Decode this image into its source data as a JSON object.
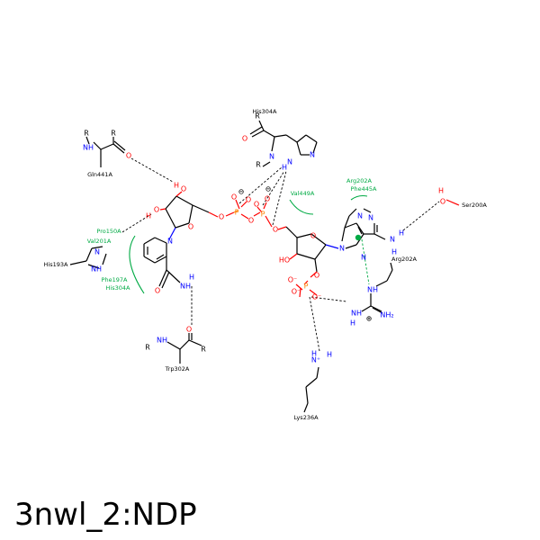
{
  "caption": "3nwl_2:NDP",
  "colors": {
    "hydrophobic": "#00aa44",
    "oxygen": "#ff0000",
    "nitrogen": "#0000ff",
    "phosphorus": "#ff8000",
    "bond": "#000000"
  },
  "atoms": {
    "o": "O",
    "n": "N",
    "p": "P",
    "r": "R",
    "h": "H",
    "oh": "OH",
    "ho": "HO",
    "nh": "NH",
    "nh2": "NH₂",
    "ominus": "O⁻",
    "oneg": "⊖",
    "npos": "⊕",
    "nplus": "N⁺"
  },
  "residues_hbond": {
    "gln441a": "Gln441A",
    "his304a": "His304A",
    "ser200a": "Ser200A",
    "his193a": "His193A",
    "arg202a": "Arg202A",
    "trp302a": "Trp302A",
    "lys236a": "Lys236A"
  },
  "residues_hydrophobic": {
    "pro150a": "Pro150A",
    "val201a": "Val201A",
    "phe197a": "Phe197A",
    "his304a": "His304A",
    "val449a": "Val449A",
    "arg202a": "Arg202A",
    "phe445a": "Phe445A"
  }
}
